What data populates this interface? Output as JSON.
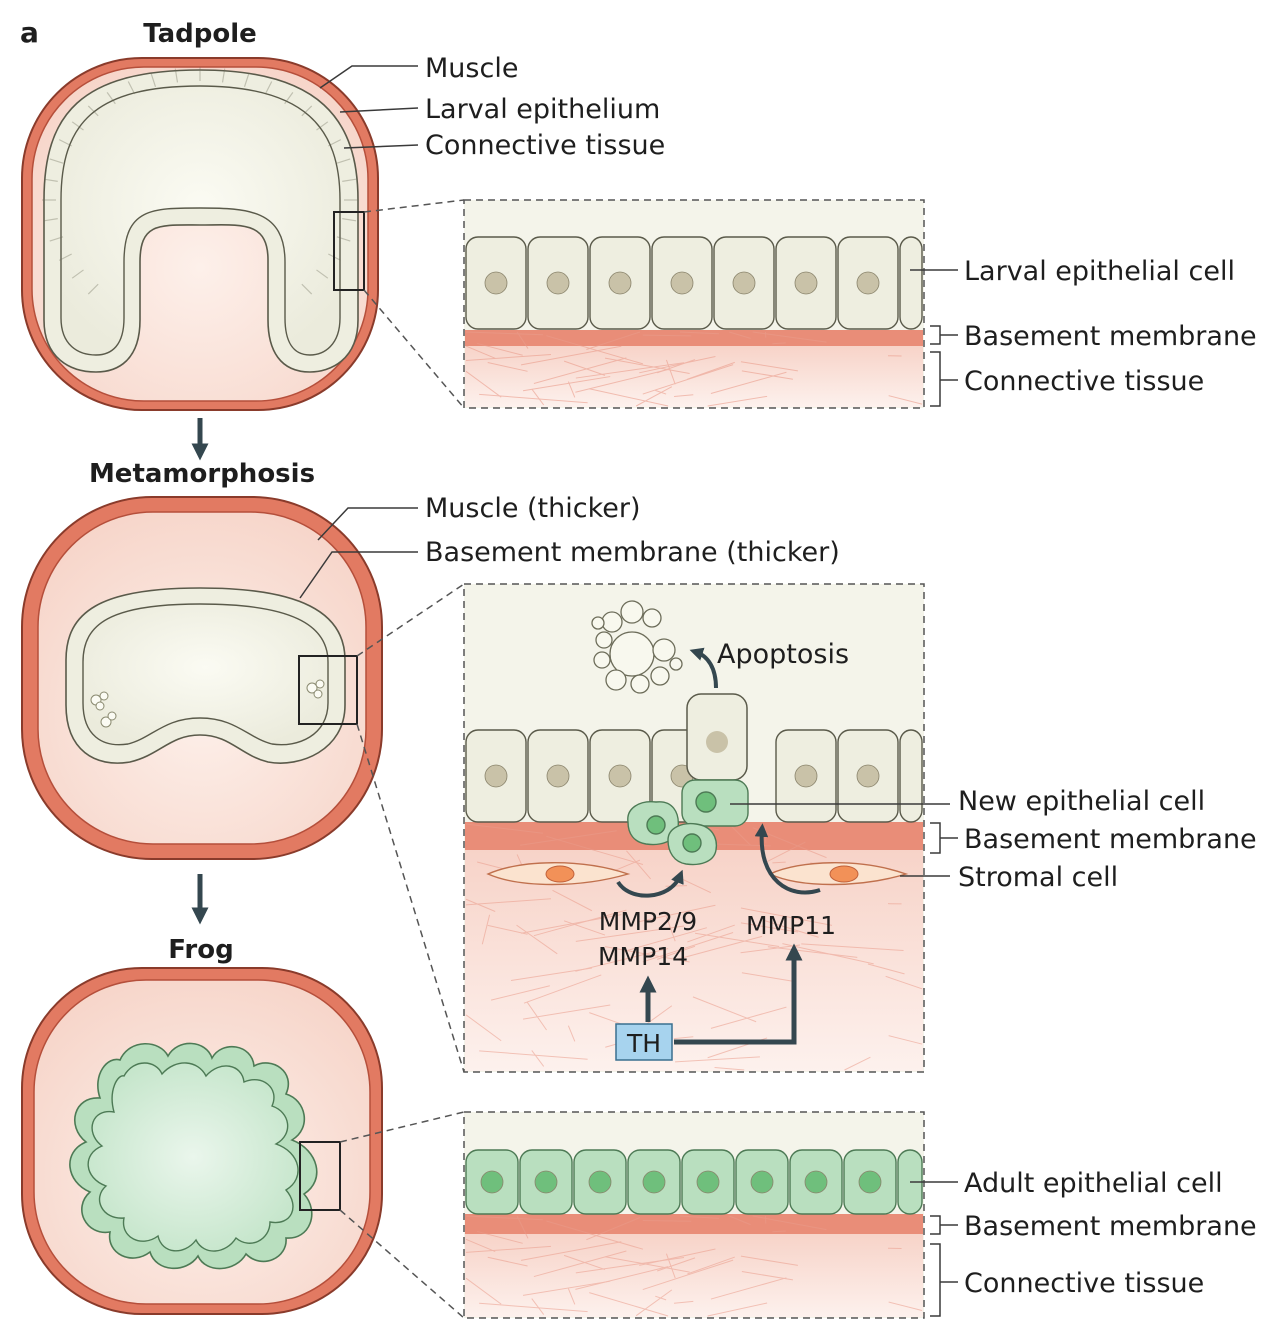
{
  "panel_label": "a",
  "stages": {
    "tadpole": "Tadpole",
    "metamorphosis": "Metamorphosis",
    "frog": "Frog"
  },
  "tadpole_labels": {
    "muscle": "Muscle",
    "larval_epithelium": "Larval epithelium",
    "connective_tissue": "Connective tissue"
  },
  "tadpole_detail": {
    "larval_epithelial_cell": "Larval epithelial cell",
    "basement_membrane": "Basement membrane",
    "connective_tissue": "Connective tissue"
  },
  "metamorphosis_labels": {
    "muscle": "Muscle (thicker)",
    "basement_membrane": "Basement membrane (thicker)"
  },
  "metamorphosis_detail": {
    "apoptosis": "Apoptosis",
    "new_epithelial_cell": "New epithelial cell",
    "basement_membrane": "Basement membrane",
    "stromal_cell": "Stromal cell",
    "mmp_a": "MMP2/9",
    "mmp_b": "MMP14",
    "mmp_c": "MMP11",
    "th": "TH"
  },
  "frog_detail": {
    "adult_epithelial_cell": "Adult epithelial cell",
    "basement_membrane": "Basement membrane",
    "connective_tissue": "Connective tissue"
  },
  "colors": {
    "muscle": "#e27a62",
    "connective": "#f7d8cf",
    "larval_cell": "#eeeee0",
    "nucleus": "#c9c2a8",
    "adult_cell": "#b9dfbf",
    "adult_nucleus": "#6fbf7c",
    "arrow": "#34474f",
    "th_box": "#a7d3ee"
  }
}
